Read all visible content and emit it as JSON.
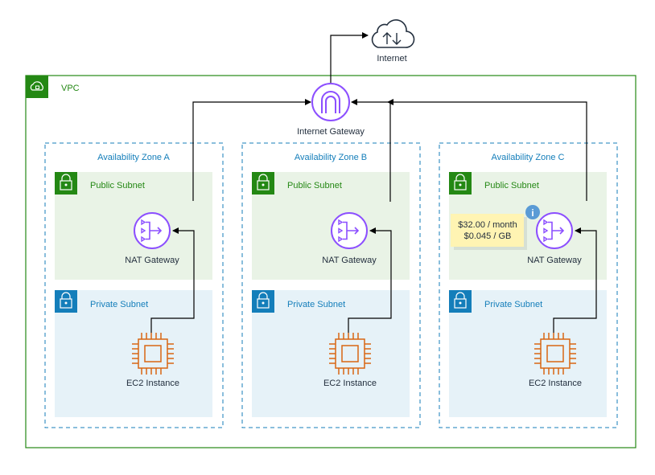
{
  "internet": {
    "label": "Internet"
  },
  "vpc": {
    "label": "VPC"
  },
  "igw": {
    "label": "Internet Gateway"
  },
  "zones": [
    {
      "label": "Availability Zone A",
      "public_subnet": "Public Subnet",
      "private_subnet": "Private Subnet",
      "nat_label": "NAT Gateway",
      "ec2_label": "EC2 Instance"
    },
    {
      "label": "Availability Zone B",
      "public_subnet": "Public Subnet",
      "private_subnet": "Private Subnet",
      "nat_label": "NAT Gateway",
      "ec2_label": "EC2 Instance"
    },
    {
      "label": "Availability Zone C",
      "public_subnet": "Public Subnet",
      "private_subnet": "Private Subnet",
      "nat_label": "NAT Gateway",
      "ec2_label": "EC2 Instance"
    }
  ],
  "pricing_note": {
    "line1": "$32.00 / month",
    "line2": "$0.045 / GB",
    "icon": "info-icon"
  },
  "colors": {
    "vpc_green": "#248814",
    "public_fill": "#e9f3e6",
    "private_fill": "#e6f2f8",
    "az_blue": "#147eba",
    "nat_purple": "#8c4fff",
    "igw_purple": "#8c4fff",
    "ec2_orange": "#d86613",
    "note_yellow": "#fff4b3",
    "info_blue": "#5a9bd5"
  }
}
